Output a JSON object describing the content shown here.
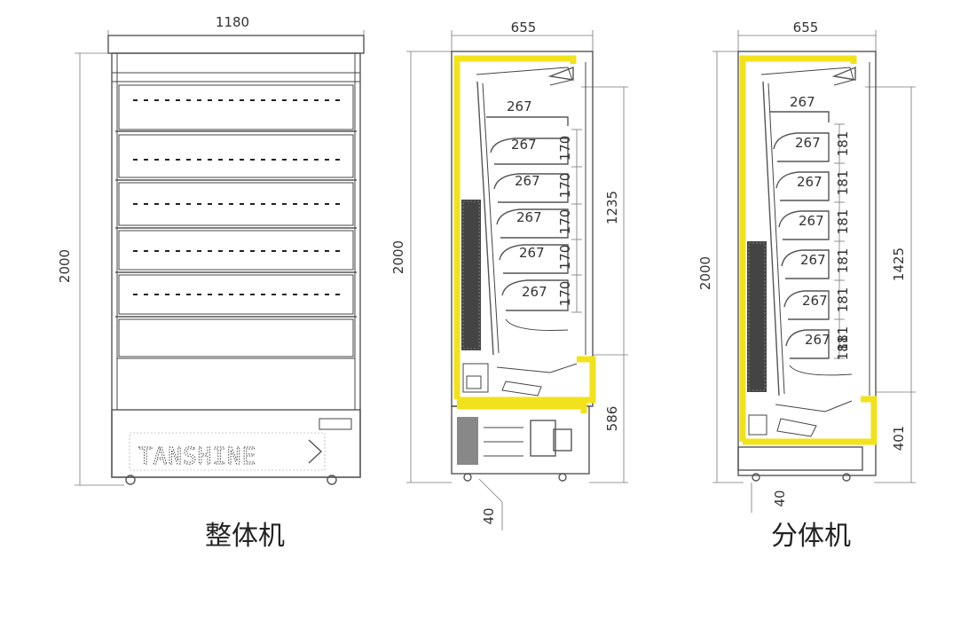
{
  "front_view": {
    "width_label": "1180",
    "height_label": "2000",
    "brand_text": "TANSHINE",
    "caption": "整体机"
  },
  "side_integral": {
    "depth_label": "655",
    "height_label": "2000",
    "display_height_label": "1235",
    "base_height_label": "586",
    "foot_label": "40",
    "shelf_depth_labels": [
      "267",
      "267",
      "267",
      "267",
      "267",
      "267"
    ],
    "shelf_gap_labels": [
      "170",
      "170",
      "170",
      "170",
      "170"
    ]
  },
  "side_split": {
    "depth_label": "655",
    "height_label": "2000",
    "display_height_label": "1425",
    "base_height_label": "401",
    "foot_label": "40",
    "shelf_depth_labels": [
      "267",
      "267",
      "267",
      "267",
      "267",
      "267",
      "267"
    ],
    "shelf_gap_labels": [
      "181",
      "181",
      "181",
      "181",
      "181",
      "181",
      "181"
    ],
    "caption": "分体机"
  },
  "colors": {
    "insulation": "#f2e21b",
    "line": "#444444"
  }
}
